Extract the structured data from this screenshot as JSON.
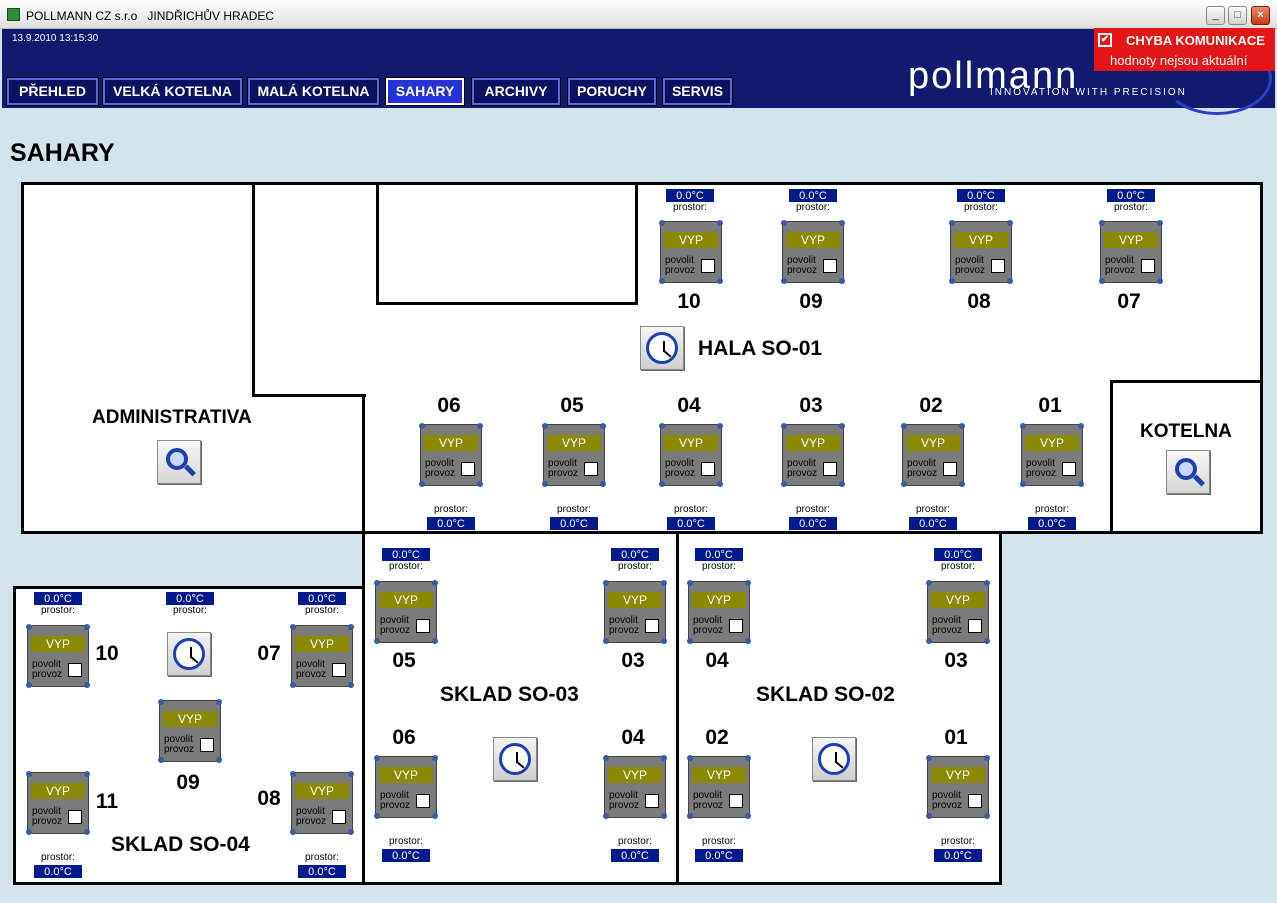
{
  "window": {
    "title": "POLLMANN CZ s.r.o   JINDŘICHŮV HRADEC",
    "minimize": "_",
    "maximize": "□",
    "close": "×"
  },
  "header": {
    "datetime": "13.9.2010 13:15:30",
    "logo_text": "pollmann",
    "logo_sub": "INNOVATION WITH PRECISION"
  },
  "nav": [
    {
      "label": "PŘEHLED",
      "active": false
    },
    {
      "label": "VELKÁ KOTELNA",
      "active": false
    },
    {
      "label": "MALÁ KOTELNA",
      "active": false
    },
    {
      "label": "SAHARY",
      "active": true
    },
    {
      "label": "ARCHIVY",
      "active": false
    },
    {
      "label": "PORUCHY",
      "active": false
    },
    {
      "label": "SERVIS",
      "active": false
    }
  ],
  "alarm": {
    "check": "✔",
    "title": "CHYBA KOMUNIKACE",
    "message": "hodnoty nejsou aktuální",
    "color": "#e21616"
  },
  "page_title": "SAHARY",
  "common": {
    "status": "VYP",
    "povolit": "povolit",
    "provoz": "provoz",
    "prostor": "prostor:",
    "temp": "0.0°C"
  },
  "zones": {
    "hala": "HALA SO-01",
    "administrativa": "ADMINISTRATIVA",
    "kotelna": "KOTELNA",
    "sklad03": "SKLAD SO-03",
    "sklad02": "SKLAD SO-02",
    "sklad04": "SKLAD SO-04"
  },
  "hala_units": [
    "10",
    "09",
    "08",
    "07",
    "06",
    "05",
    "04",
    "03",
    "02",
    "01"
  ],
  "sklad03_units": [
    "05",
    "03",
    "06",
    "04"
  ],
  "sklad02_units": [
    "04",
    "03",
    "02",
    "01"
  ],
  "sklad04_units": [
    "10",
    "07",
    "09",
    "11",
    "08"
  ]
}
